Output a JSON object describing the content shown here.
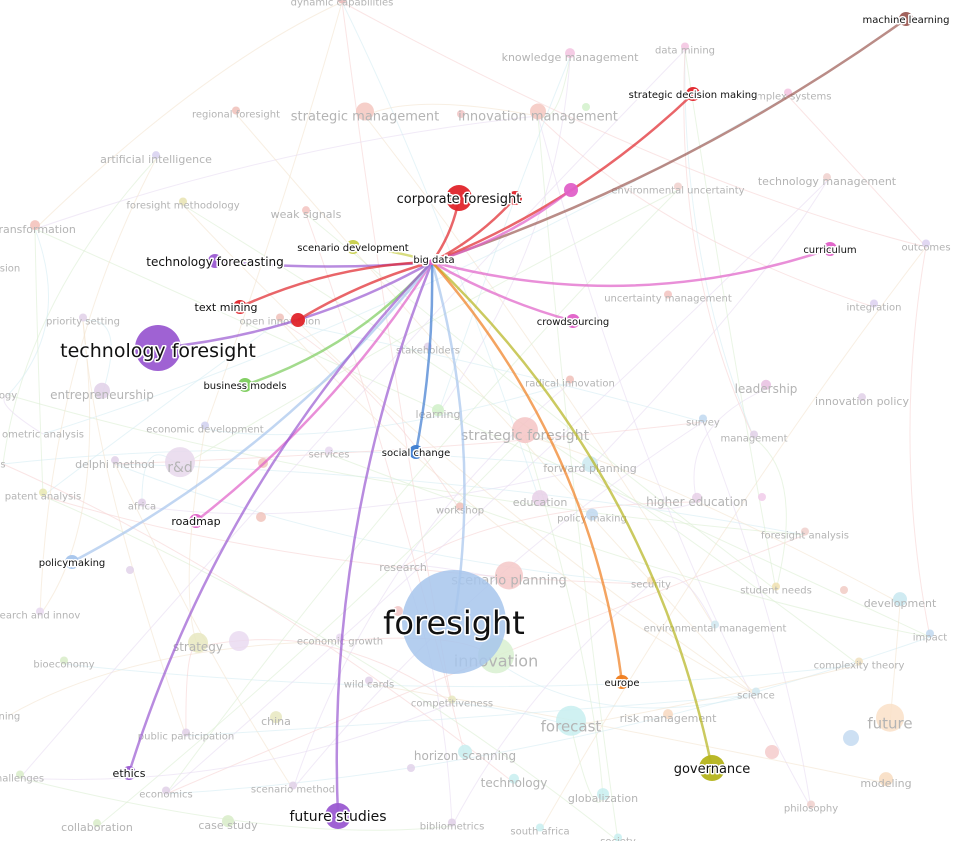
{
  "hub": {
    "id": "big-data",
    "label": "big data"
  },
  "colors": {
    "red": "#e0242a",
    "purple": "#9a5ad1",
    "pink": "#e060c8",
    "blue": "#3d7bd0",
    "green": "#7ccc5c",
    "orange": "#ef7d1e",
    "olive": "#b5b41c",
    "brown": "#9c5b54",
    "lightblue": "#a7c5ec",
    "yellowgreen": "#c7cf4a"
  },
  "highlighted_nodes": [
    {
      "id": "foresight",
      "label": "foresight",
      "color": "lightblue",
      "size": "xl"
    },
    {
      "id": "technology-foresight",
      "label": "technology foresight",
      "color": "purple",
      "size": "l"
    },
    {
      "id": "corporate-foresight",
      "label": "corporate foresight",
      "color": "red",
      "size": "m"
    },
    {
      "id": "future-studies",
      "label": "future studies",
      "color": "purple",
      "size": "m"
    },
    {
      "id": "governance",
      "label": "governance",
      "color": "olive",
      "size": "m"
    },
    {
      "id": "machine-learning",
      "label": "machine learning",
      "color": "brown",
      "size": "s"
    },
    {
      "id": "strategic-decision-making",
      "label": "strategic decision making",
      "color": "red",
      "size": "s"
    },
    {
      "id": "technology-forecasting",
      "label": "technology forecasting",
      "color": "purple",
      "size": "s"
    },
    {
      "id": "scenario-development",
      "label": "scenario development",
      "color": "yellowgreen",
      "size": "s"
    },
    {
      "id": "text-mining",
      "label": "text mining",
      "color": "red",
      "size": "s"
    },
    {
      "id": "curriculum",
      "label": "curriculum",
      "color": "pink",
      "size": "s"
    },
    {
      "id": "crowdsourcing",
      "label": "crowdsourcing",
      "color": "pink",
      "size": "s"
    },
    {
      "id": "business-models",
      "label": "business models",
      "color": "green",
      "size": "s"
    },
    {
      "id": "social-change",
      "label": "social change",
      "color": "blue",
      "size": "s"
    },
    {
      "id": "roadmap",
      "label": "roadmap",
      "color": "pink",
      "size": "s"
    },
    {
      "id": "policymaking",
      "label": "policymaking",
      "color": "lightblue",
      "size": "s"
    },
    {
      "id": "ethics",
      "label": "ethics",
      "color": "purple",
      "size": "s"
    },
    {
      "id": "europe",
      "label": "europe",
      "color": "orange",
      "size": "s"
    },
    {
      "id": "unlabeled-red-1",
      "label": "",
      "color": "red",
      "size": "s"
    },
    {
      "id": "unlabeled-red-2",
      "label": "",
      "color": "red",
      "size": "s"
    },
    {
      "id": "unlabeled-pink",
      "label": "",
      "color": "pink",
      "size": "s"
    }
  ],
  "faded_nodes": [
    {
      "label": "dynamic capabilities"
    },
    {
      "label": "knowledge management"
    },
    {
      "label": "data mining"
    },
    {
      "label": "complex systems"
    },
    {
      "label": "regional foresight"
    },
    {
      "label": "strategic management"
    },
    {
      "label": "innovation management"
    },
    {
      "label": "artificial intelligence"
    },
    {
      "label": "environmental uncertainty"
    },
    {
      "label": "technology management"
    },
    {
      "label": "foresight methodology"
    },
    {
      "label": "weak signals"
    },
    {
      "label": "transformation"
    },
    {
      "label": "outcomes"
    },
    {
      "label": "sion"
    },
    {
      "label": "uncertainty management"
    },
    {
      "label": "integration"
    },
    {
      "label": "priority setting"
    },
    {
      "label": "open innovation"
    },
    {
      "label": "stakeholders"
    },
    {
      "label": "radical innovation"
    },
    {
      "label": "leadership"
    },
    {
      "label": "innovation policy"
    },
    {
      "label": "entrepreneurship"
    },
    {
      "label": "learning"
    },
    {
      "label": "ogy"
    },
    {
      "label": "survey"
    },
    {
      "label": "ometric analysis"
    },
    {
      "label": "economic development"
    },
    {
      "label": "strategic foresight"
    },
    {
      "label": "management"
    },
    {
      "label": "r&d"
    },
    {
      "label": "delphi method"
    },
    {
      "label": "services"
    },
    {
      "label": "forward planning"
    },
    {
      "label": "s"
    },
    {
      "label": "patent analysis"
    },
    {
      "label": "education"
    },
    {
      "label": "higher education"
    },
    {
      "label": "africa"
    },
    {
      "label": "workshop"
    },
    {
      "label": "policy making"
    },
    {
      "label": "foresight analysis"
    },
    {
      "label": "research"
    },
    {
      "label": "scenario planning"
    },
    {
      "label": "security"
    },
    {
      "label": "student needs"
    },
    {
      "label": "development"
    },
    {
      "label": "earch and innov"
    },
    {
      "label": "strategy"
    },
    {
      "label": "economic growth"
    },
    {
      "label": "environmental management"
    },
    {
      "label": "impact"
    },
    {
      "label": "innovation"
    },
    {
      "label": "bioeconomy"
    },
    {
      "label": "complexity theory"
    },
    {
      "label": "wild cards"
    },
    {
      "label": "science"
    },
    {
      "label": "competitiveness"
    },
    {
      "label": "ining"
    },
    {
      "label": "china"
    },
    {
      "label": "forecast"
    },
    {
      "label": "risk management"
    },
    {
      "label": "future"
    },
    {
      "label": "public participation"
    },
    {
      "label": "horizon scanning"
    },
    {
      "label": "hallenges"
    },
    {
      "label": "technology"
    },
    {
      "label": "modeling"
    },
    {
      "label": "scenario method"
    },
    {
      "label": "economics"
    },
    {
      "label": "globalization"
    },
    {
      "label": "philosophy"
    },
    {
      "label": "collaboration"
    },
    {
      "label": "case study"
    },
    {
      "label": "bibliometrics"
    },
    {
      "label": "south africa"
    },
    {
      "label": "society"
    }
  ]
}
